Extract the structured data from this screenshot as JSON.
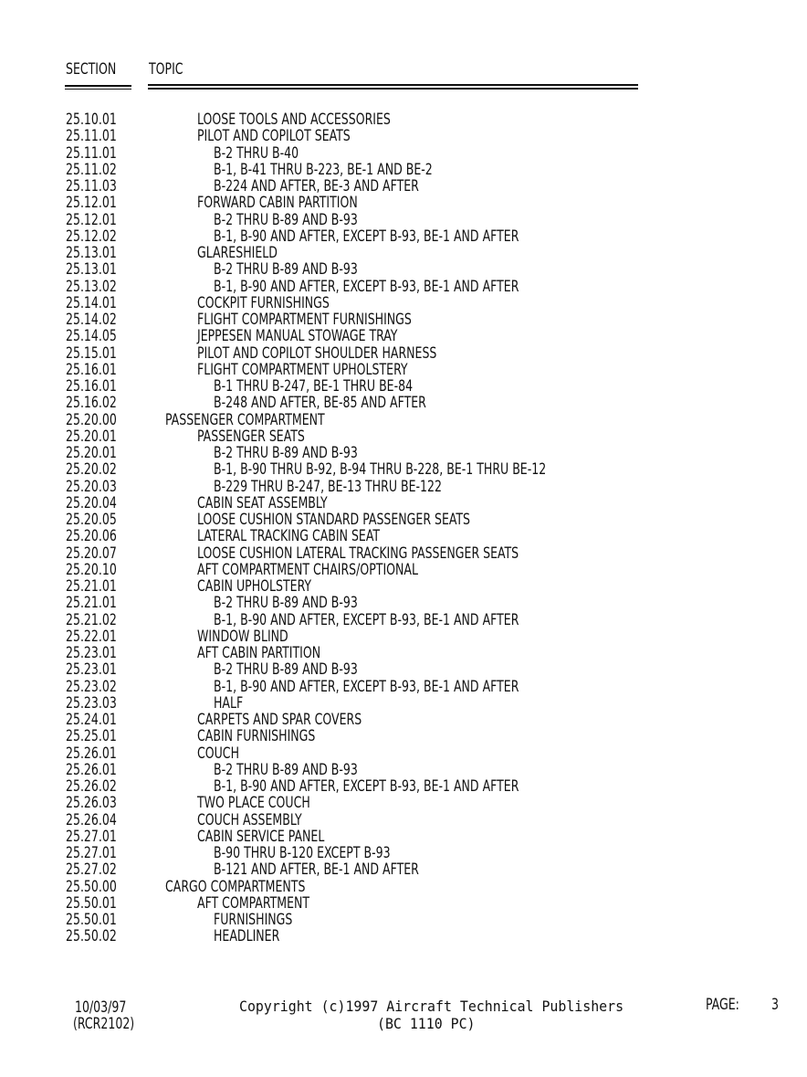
{
  "header": {
    "section_label": "SECTION",
    "topic_label": "TOPIC"
  },
  "rows": [
    {
      "section": "25.10.01",
      "topic": "LOOSE TOOLS AND ACCESSORIES",
      "level": 1
    },
    {
      "section": "25.11.01",
      "topic": "PILOT AND COPILOT SEATS",
      "level": 1
    },
    {
      "section": "25.11.01",
      "topic": "B-2 THRU B-40",
      "level": 2
    },
    {
      "section": "25.11.02",
      "topic": "B-1, B-41 THRU B-223, BE-1 AND BE-2",
      "level": 2
    },
    {
      "section": "25.11.03",
      "topic": "B-224 AND AFTER, BE-3 AND AFTER",
      "level": 2
    },
    {
      "section": "25.12.01",
      "topic": "FORWARD CABIN PARTITION",
      "level": 1
    },
    {
      "section": "25.12.01",
      "topic": "B-2 THRU B-89 AND B-93",
      "level": 2
    },
    {
      "section": "25.12.02",
      "topic": "B-1, B-90 AND AFTER, EXCEPT B-93, BE-1 AND AFTER",
      "level": 2
    },
    {
      "section": "25.13.01",
      "topic": "GLARESHIELD",
      "level": 1
    },
    {
      "section": "25.13.01",
      "topic": "B-2 THRU B-89 AND B-93",
      "level": 2
    },
    {
      "section": "25.13.02",
      "topic": "B-1, B-90 AND AFTER, EXCEPT B-93, BE-1 AND AFTER",
      "level": 2
    },
    {
      "section": "25.14.01",
      "topic": "COCKPIT FURNISHINGS",
      "level": 1
    },
    {
      "section": "25.14.02",
      "topic": "FLIGHT COMPARTMENT FURNISHINGS",
      "level": 1
    },
    {
      "section": "25.14.05",
      "topic": "JEPPESEN MANUAL STOWAGE TRAY",
      "level": 1
    },
    {
      "section": "25.15.01",
      "topic": "PILOT AND COPILOT SHOULDER HARNESS",
      "level": 1
    },
    {
      "section": "25.16.01",
      "topic": "FLIGHT COMPARTMENT UPHOLSTERY",
      "level": 1
    },
    {
      "section": "25.16.01",
      "topic": "B-1 THRU B-247, BE-1 THRU BE-84",
      "level": 2
    },
    {
      "section": "25.16.02",
      "topic": "B-248 AND AFTER, BE-85 AND AFTER",
      "level": 2
    },
    {
      "section": "25.20.00",
      "topic": "PASSENGER COMPARTMENT",
      "level": 0
    },
    {
      "section": "25.20.01",
      "topic": "PASSENGER SEATS",
      "level": 1
    },
    {
      "section": "25.20.01",
      "topic": "B-2 THRU B-89 AND B-93",
      "level": 2
    },
    {
      "section": "25.20.02",
      "topic": "B-1, B-90 THRU B-92, B-94 THRU B-228, BE-1 THRU BE-12",
      "level": 2
    },
    {
      "section": "25.20.03",
      "topic": "B-229 THRU B-247, BE-13 THRU BE-122",
      "level": 2
    },
    {
      "section": "25.20.04",
      "topic": "CABIN SEAT ASSEMBLY",
      "level": 1
    },
    {
      "section": "25.20.05",
      "topic": "LOOSE CUSHION STANDARD PASSENGER SEATS",
      "level": 1
    },
    {
      "section": "25.20.06",
      "topic": "LATERAL TRACKING CABIN SEAT",
      "level": 1
    },
    {
      "section": "25.20.07",
      "topic": "LOOSE CUSHION LATERAL TRACKING PASSENGER SEATS",
      "level": 1
    },
    {
      "section": "25.20.10",
      "topic": "AFT COMPARTMENT CHAIRS/OPTIONAL",
      "level": 1
    },
    {
      "section": "25.21.01",
      "topic": "CABIN UPHOLSTERY",
      "level": 1
    },
    {
      "section": "25.21.01",
      "topic": "B-2 THRU B-89 AND B-93",
      "level": 2
    },
    {
      "section": "25.21.02",
      "topic": "B-1, B-90 AND AFTER, EXCEPT B-93, BE-1 AND AFTER",
      "level": 2
    },
    {
      "section": "25.22.01",
      "topic": "WINDOW BLIND",
      "level": 1
    },
    {
      "section": "25.23.01",
      "topic": "AFT CABIN PARTITION",
      "level": 1
    },
    {
      "section": "25.23.01",
      "topic": "B-2 THRU B-89 AND B-93",
      "level": 2
    },
    {
      "section": "25.23.02",
      "topic": "B-1, B-90 AND AFTER, EXCEPT B-93, BE-1 AND AFTER",
      "level": 2
    },
    {
      "section": "25.23.03",
      "topic": "HALF",
      "level": 2
    },
    {
      "section": "25.24.01",
      "topic": "CARPETS AND SPAR COVERS",
      "level": 1
    },
    {
      "section": "25.25.01",
      "topic": "CABIN FURNISHINGS",
      "level": 1
    },
    {
      "section": "25.26.01",
      "topic": "COUCH",
      "level": 1
    },
    {
      "section": "25.26.01",
      "topic": "B-2 THRU B-89 AND B-93",
      "level": 2
    },
    {
      "section": "25.26.02",
      "topic": "B-1, B-90 AND AFTER, EXCEPT B-93, BE-1 AND AFTER",
      "level": 2
    },
    {
      "section": "25.26.03",
      "topic": "TWO PLACE COUCH",
      "level": 1
    },
    {
      "section": "25.26.04",
      "topic": "COUCH ASSEMBLY",
      "level": 1
    },
    {
      "section": "25.27.01",
      "topic": "CABIN SERVICE PANEL",
      "level": 1
    },
    {
      "section": "25.27.01",
      "topic": "B-90 THRU B-120 EXCEPT B-93",
      "level": 2
    },
    {
      "section": "25.27.02",
      "topic": "B-121 AND AFTER, BE-1 AND AFTER",
      "level": 2
    },
    {
      "section": "25.50.00",
      "topic": "CARGO COMPARTMENTS",
      "level": 0
    },
    {
      "section": "25.50.01",
      "topic": "AFT COMPARTMENT",
      "level": 1
    },
    {
      "section": "25.50.01",
      "topic": "FURNISHINGS",
      "level": 2
    },
    {
      "section": "25.50.02",
      "topic": "HEADLINER",
      "level": 2
    }
  ],
  "footer": {
    "date": "10/03/97",
    "doc_code": "(RCR2102)",
    "copyright": "Copyright (c)1997 Aircraft Technical Publishers",
    "model": "(BC 1110 PC)",
    "page_label": "PAGE:",
    "page_number": "3"
  }
}
